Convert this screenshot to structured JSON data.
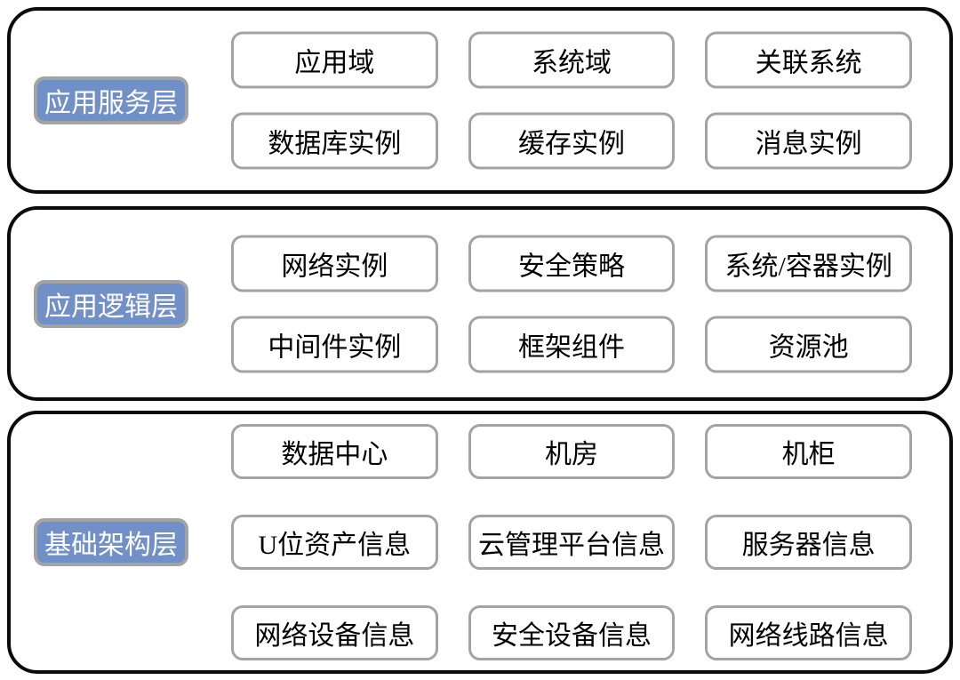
{
  "colors": {
    "layer_border": "#0a0a0a",
    "label_background": "#7190c8",
    "label_text": "#ffffff",
    "box_border": "#a3a3a3",
    "box_text": "#000000"
  },
  "layers": [
    {
      "label": "应用服务层",
      "rows": [
        [
          "应用域",
          "系统域",
          "关联系统"
        ],
        [
          "数据库实例",
          "缓存实例",
          "消息实例"
        ]
      ]
    },
    {
      "label": "应用逻辑层",
      "rows": [
        [
          "网络实例",
          "安全策略",
          "系统/容器实例"
        ],
        [
          "中间件实例",
          "框架组件",
          "资源池"
        ]
      ]
    },
    {
      "label": "基础架构层",
      "rows": [
        [
          "数据中心",
          "机房",
          "机柜"
        ],
        [
          "U位资产信息",
          "云管理平台信息",
          "服务器信息"
        ],
        [
          "网络设备信息",
          "安全设备信息",
          "网络线路信息"
        ]
      ]
    }
  ]
}
